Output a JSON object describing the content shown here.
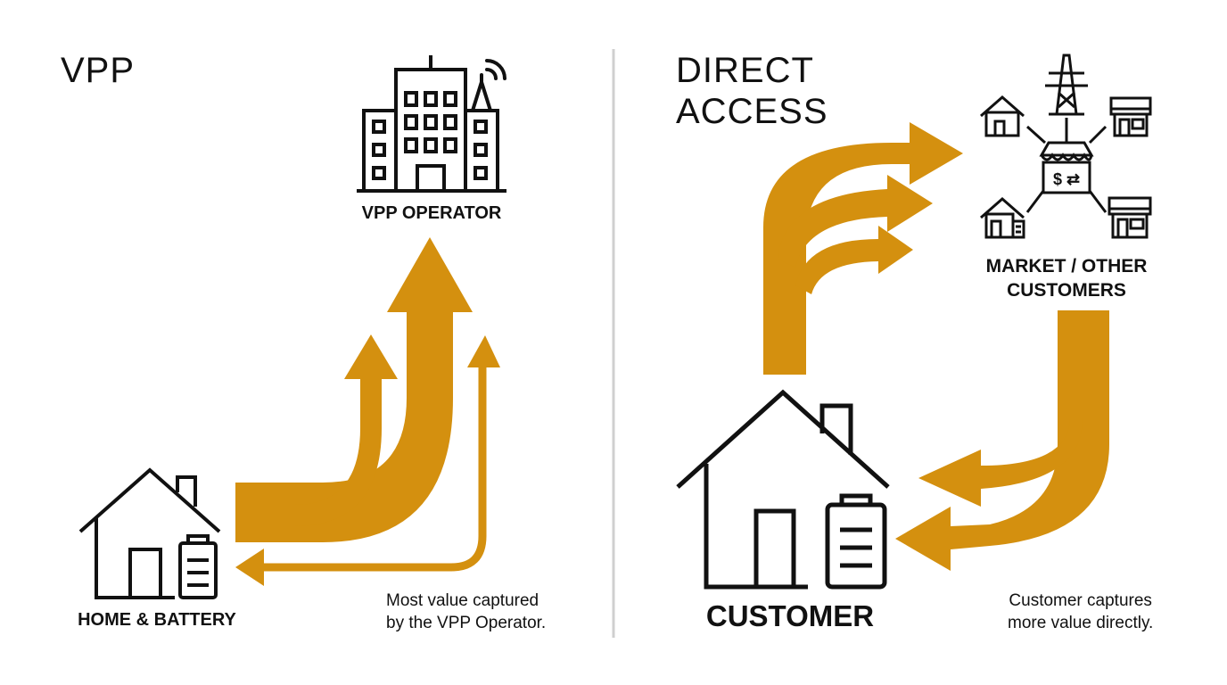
{
  "colors": {
    "arrow": "#D4900F",
    "ink": "#111111",
    "divider": "#CFCFCF",
    "background": "#FFFFFF"
  },
  "left_panel": {
    "title": "VPP",
    "operator_label": "VPP OPERATOR",
    "home_label": "HOME & BATTERY",
    "caption_line1": "Most value captured",
    "caption_line2": "by the VPP Operator.",
    "icons": [
      "office-building-icon",
      "antenna-signal-icon",
      "house-icon",
      "battery-icon"
    ]
  },
  "right_panel": {
    "title_line1": "DIRECT",
    "title_line2": "ACCESS",
    "market_label_line1": "MARKET / OTHER",
    "market_label_line2": "CUSTOMERS",
    "customer_label": "CUSTOMER",
    "caption_line1": "Customer captures",
    "caption_line2": "more value directly.",
    "market_center_symbol": "$ ⇄",
    "icons": [
      "transmission-tower-icon",
      "house-icon",
      "shop-icon",
      "market-stall-icon",
      "house-battery-icon",
      "battery-icon"
    ]
  }
}
